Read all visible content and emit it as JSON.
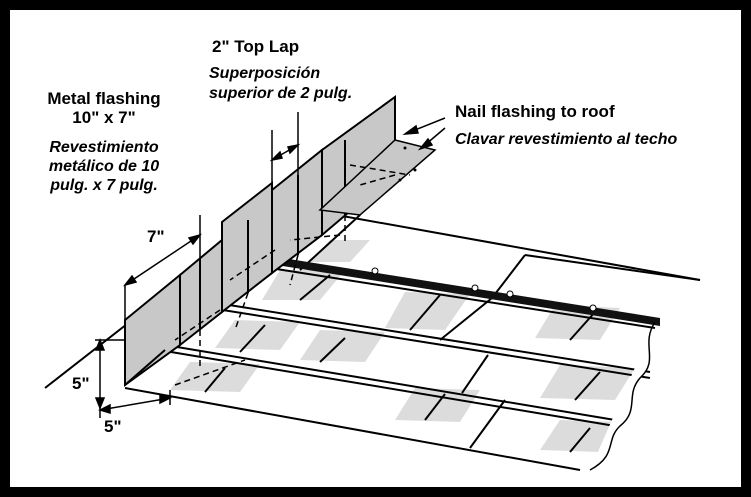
{
  "labels": {
    "top_lap_en": "2\" Top Lap",
    "top_lap_es_1": "Superposición",
    "top_lap_es_2": "superior de 2 pulg.",
    "flashing_en_1": "Metal flashing",
    "flashing_en_2": "10\" x 7\"",
    "flashing_es_1": "Revestimiento",
    "flashing_es_2": "metálico de 10",
    "flashing_es_3": "pulg. x 7 pulg.",
    "nail_en": "Nail flashing to roof",
    "nail_es": "Clavar revestimiento al techo",
    "dim_7": "7\"",
    "dim_5_vertical": "5\"",
    "dim_5_horizontal": "5\""
  },
  "colors": {
    "flashing_fill": "#c8c8c8",
    "shingle_shade": "#d9d9d9",
    "line": "#000000",
    "background": "#ffffff"
  }
}
